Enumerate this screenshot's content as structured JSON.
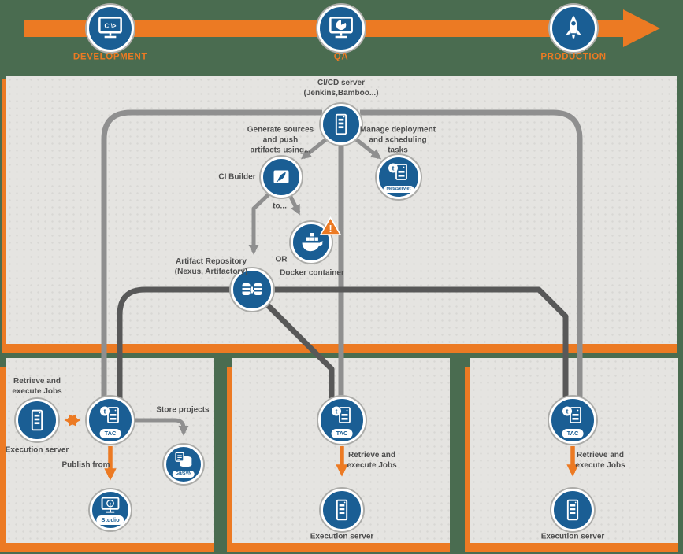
{
  "theme": {
    "orange": "#EC7A23",
    "blue": "#1A5E94",
    "green_bg": "#4A6C50",
    "panel_gray": "#E5E4E1",
    "wire_gray": "#8F8F8F",
    "wire_dark": "#585858",
    "label_color": "#4E4E4E"
  },
  "stages": {
    "development_label": "DEVELOPMENT",
    "qa_label": "QA",
    "production_label": "PRODUCTION",
    "dev_screen_text": "C:\\>"
  },
  "main": {
    "cicd_label": "CI/CD server\n(Jenkins,Bamboo...)",
    "generate_label": "Generate sources\nand push\nartifacts using...",
    "manage_label": "Manage deployment\nand scheduling\ntasks",
    "ci_builder_label": "CI Builder",
    "to_label": "to...",
    "or_label": "OR",
    "docker_label": "Docker container",
    "artifact_repo_label": "Artifact Repository\n(Nexus, Artifactory)",
    "metaservlet_badge": "MetaServlet",
    "warning_mark": "!"
  },
  "dev_panel": {
    "retrieve_label": "Retrieve and\nexecute Jobs",
    "execution_server_label": "Execution server",
    "store_projects_label": "Store projects",
    "publish_from_label": "Publish from",
    "tac_badge": "TAC",
    "gitsvn_badge": "Git/SVN",
    "studio_badge": "Studio"
  },
  "qa_panel": {
    "retrieve_label": "Retrieve and\nexecute Jobs",
    "execution_server_label": "Execution server",
    "tac_badge": "TAC"
  },
  "prod_panel": {
    "retrieve_label": "Retrieve and\nexecute Jobs",
    "execution_server_label": "Execution server",
    "tac_badge": "TAC"
  }
}
